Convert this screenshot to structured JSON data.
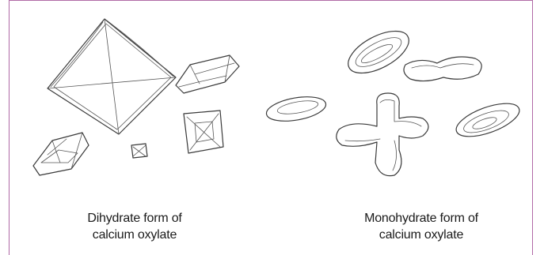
{
  "captions": {
    "dihydrate": {
      "line1": "Dihydrate form of",
      "line2": "calcium oxylate"
    },
    "monohydrate": {
      "line1": "Monohydrate form of",
      "line2": "calcium oxylate"
    }
  },
  "colors": {
    "frame": "#b06aa6",
    "ink": "#3a3a3a"
  }
}
